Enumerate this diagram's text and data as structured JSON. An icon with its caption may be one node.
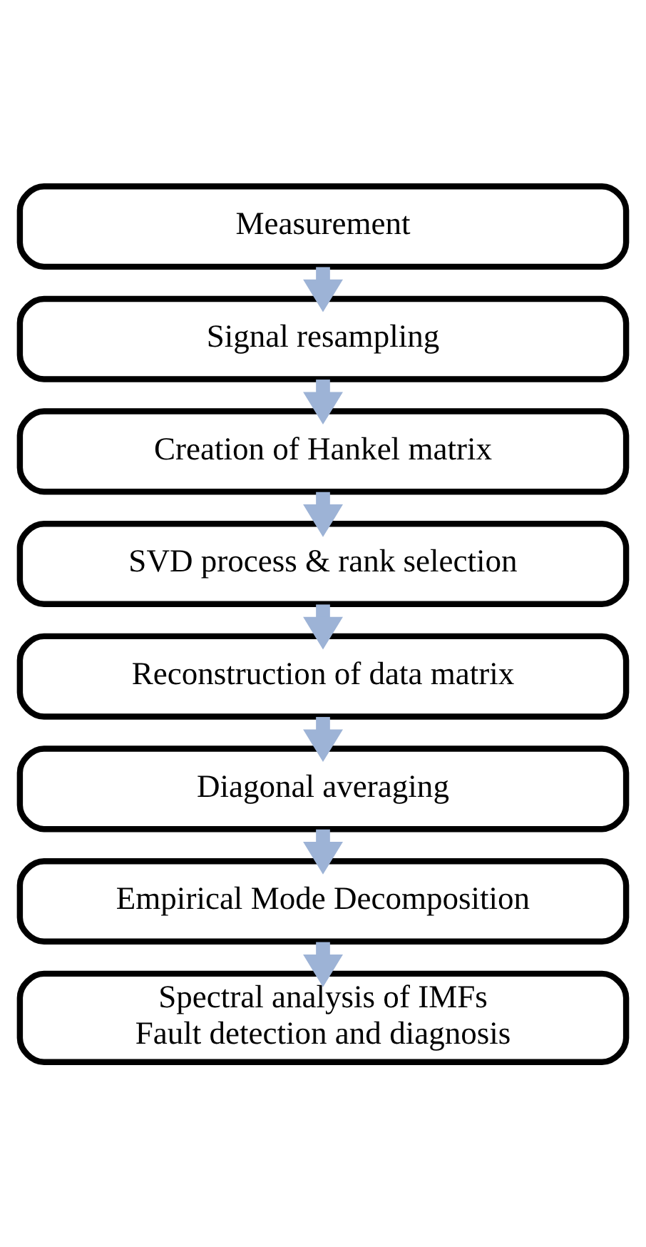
{
  "diagram": {
    "nodes": [
      {
        "text": [
          "Measurement"
        ]
      },
      {
        "text": [
          "Signal resampling"
        ]
      },
      {
        "text": [
          "Creation of Hankel matrix"
        ]
      },
      {
        "text": [
          "SVD process & rank selection"
        ]
      },
      {
        "text": [
          "Reconstruction of data matrix"
        ]
      },
      {
        "text": [
          "Diagonal averaging"
        ]
      },
      {
        "text": [
          "Empirical Mode Decomposition"
        ]
      },
      {
        "text": [
          "Spectral analysis of IMFs",
          "Fault detection and diagnosis"
        ]
      }
    ],
    "edges": [
      {
        "from": 0,
        "to": 1,
        "arrow": "to"
      },
      {
        "from": 1,
        "to": 2,
        "arrow": "to"
      },
      {
        "from": 2,
        "to": 3,
        "arrow": "to"
      },
      {
        "from": 3,
        "to": 4,
        "arrow": "to"
      },
      {
        "from": 4,
        "to": 5,
        "arrow": "to"
      },
      {
        "from": 5,
        "to": 6,
        "arrow": "to"
      },
      {
        "from": 6,
        "to": 7,
        "arrow": "to"
      }
    ]
  }
}
